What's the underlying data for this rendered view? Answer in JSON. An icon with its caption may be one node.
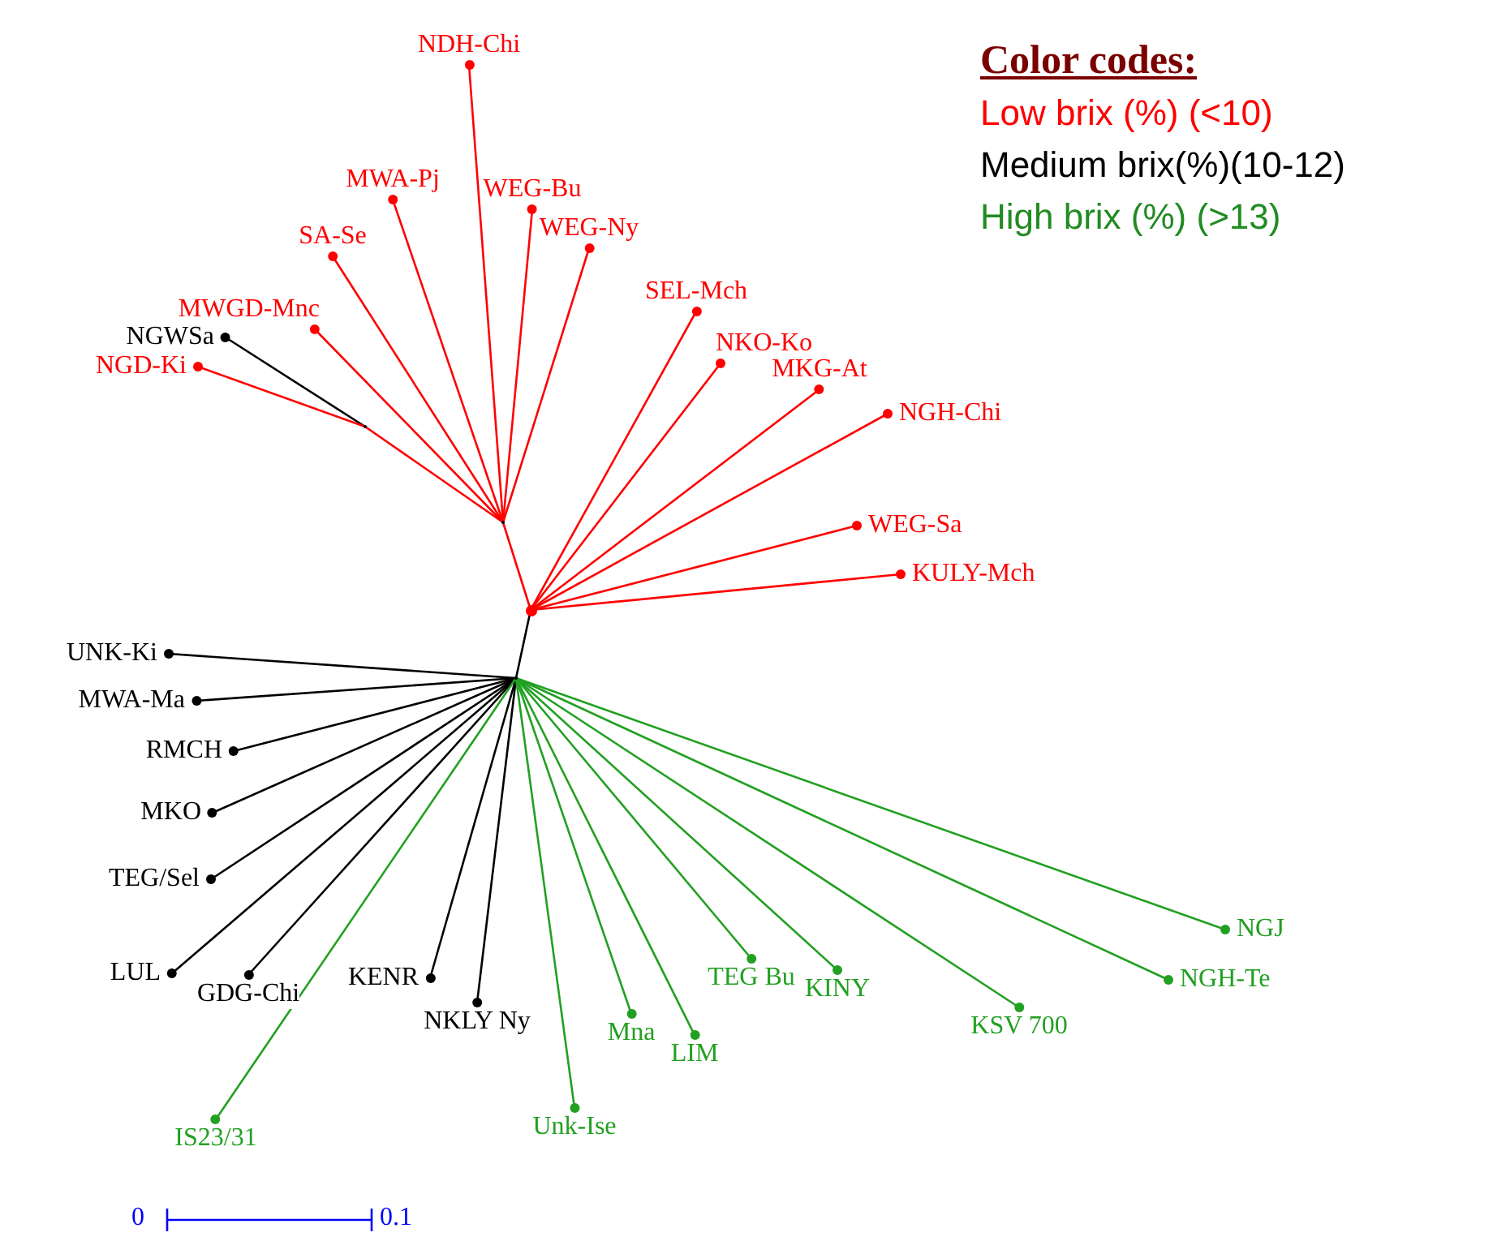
{
  "diagram": {
    "nodes": [
      {
        "text": [
          "NDH-Chi"
        ]
      },
      {
        "text": [
          "MWA-Pj"
        ]
      },
      {
        "text": [
          "WEG-Bu"
        ]
      },
      {
        "text": [
          "WEG-Ny"
        ]
      },
      {
        "text": [
          "SA-Se"
        ]
      },
      {
        "text": [
          "NGWSa"
        ]
      },
      {
        "text": [
          "MWGD-Mnc"
        ]
      },
      {
        "text": [
          "NGD-Ki"
        ]
      },
      {
        "text": [
          "SEL-Mch"
        ]
      },
      {
        "text": [
          "NKO-Ko"
        ]
      },
      {
        "text": [
          "MKG-At"
        ]
      },
      {
        "text": [
          "NGH-Chi"
        ]
      },
      {
        "text": [
          "WEG-Sa"
        ]
      },
      {
        "text": [
          "KULY-Mch"
        ]
      },
      {
        "text": [
          "UNK-Ki"
        ]
      },
      {
        "text": [
          "MWA-Ma"
        ]
      },
      {
        "text": [
          "RMCH"
        ]
      },
      {
        "text": [
          "MKO"
        ]
      },
      {
        "text": [
          "TEG/Sel"
        ]
      },
      {
        "text": [
          "LUL"
        ]
      },
      {
        "text": [
          "GDG-Chi"
        ]
      },
      {
        "text": [
          "KENR"
        ]
      },
      {
        "text": [
          "NKLY Ny"
        ]
      },
      {
        "text": [
          "IS23/31"
        ]
      },
      {
        "text": [
          "Unk-Ise"
        ]
      },
      {
        "text": [
          "Mna"
        ]
      },
      {
        "text": [
          "LIM"
        ]
      },
      {
        "text": [
          "TEG Bu"
        ]
      },
      {
        "text": [
          "KINY"
        ]
      },
      {
        "text": [
          "KSV 700"
        ]
      },
      {
        "text": [
          "NGH-Te"
        ]
      },
      {
        "text": [
          "NGJ"
        ]
      },
      {
        "text": [],
        "shape": "point"
      },
      {
        "text": [],
        "shape": "dot"
      },
      {
        "text": [],
        "shape": "point"
      },
      {
        "text": [],
        "shape": "point"
      }
    ],
    "edges": [
      {
        "from": 32,
        "to": 33,
        "arrow": "none",
        "color": "#000000"
      },
      {
        "from": 33,
        "to": 34,
        "arrow": "none"
      },
      {
        "from": 34,
        "to": 0,
        "arrow": "none"
      },
      {
        "from": 34,
        "to": 1,
        "arrow": "none"
      },
      {
        "from": 34,
        "to": 2,
        "arrow": "none"
      },
      {
        "from": 34,
        "to": 3,
        "arrow": "none"
      },
      {
        "from": 34,
        "to": 4,
        "arrow": "none"
      },
      {
        "from": 34,
        "to": 35,
        "arrow": "none"
      },
      {
        "from": 35,
        "to": 5,
        "arrow": "none",
        "color": "#000000"
      },
      {
        "from": 34,
        "to": 6,
        "arrow": "none"
      },
      {
        "from": 35,
        "to": 7,
        "arrow": "none"
      },
      {
        "from": 33,
        "to": 8,
        "arrow": "none"
      },
      {
        "from": 33,
        "to": 9,
        "arrow": "none"
      },
      {
        "from": 33,
        "to": 10,
        "arrow": "none"
      },
      {
        "from": 33,
        "to": 11,
        "arrow": "none"
      },
      {
        "from": 33,
        "to": 12,
        "arrow": "none"
      },
      {
        "from": 33,
        "to": 13,
        "arrow": "none"
      },
      {
        "from": 32,
        "to": 14,
        "arrow": "none",
        "color": "#000000"
      },
      {
        "from": 32,
        "to": 15,
        "arrow": "none",
        "color": "#000000"
      },
      {
        "from": 32,
        "to": 16,
        "arrow": "none",
        "color": "#000000"
      },
      {
        "from": 32,
        "to": 17,
        "arrow": "none",
        "color": "#000000"
      },
      {
        "from": 32,
        "to": 18,
        "arrow": "none",
        "color": "#000000"
      },
      {
        "from": 32,
        "to": 19,
        "arrow": "none",
        "color": "#000000"
      },
      {
        "from": 32,
        "to": 20,
        "arrow": "none",
        "color": "#000000"
      },
      {
        "from": 32,
        "to": 21,
        "arrow": "none",
        "color": "#000000"
      },
      {
        "from": 32,
        "to": 22,
        "arrow": "none",
        "color": "#000000"
      },
      {
        "from": 32,
        "to": 23,
        "arrow": "none",
        "color": "#22a022"
      },
      {
        "from": 32,
        "to": 24,
        "arrow": "none",
        "color": "#22a022"
      },
      {
        "from": 32,
        "to": 25,
        "arrow": "none",
        "color": "#22a022"
      },
      {
        "from": 32,
        "to": 26,
        "arrow": "none",
        "color": "#22a022"
      },
      {
        "from": 32,
        "to": 27,
        "arrow": "none",
        "color": "#22a022"
      },
      {
        "from": 32,
        "to": 28,
        "arrow": "none",
        "color": "#22a022"
      },
      {
        "from": 32,
        "to": 29,
        "arrow": "none",
        "color": "#22a022"
      },
      {
        "from": 32,
        "to": 30,
        "arrow": "none",
        "color": "#22a022"
      },
      {
        "from": 32,
        "to": 31,
        "arrow": "none",
        "color": "#22a022"
      }
    ],
    "labels": [
      "Color codes:",
      "0",
      "0.1"
    ],
    "legend": [
      {
        "text": "Low brix (%) (<10)",
        "color": "#ff0000"
      },
      {
        "text": "Medium brix(%)(10-12)",
        "color": "#000000"
      },
      {
        "text": "High brix (%) (>13)",
        "color": "#228b22"
      }
    ]
  }
}
